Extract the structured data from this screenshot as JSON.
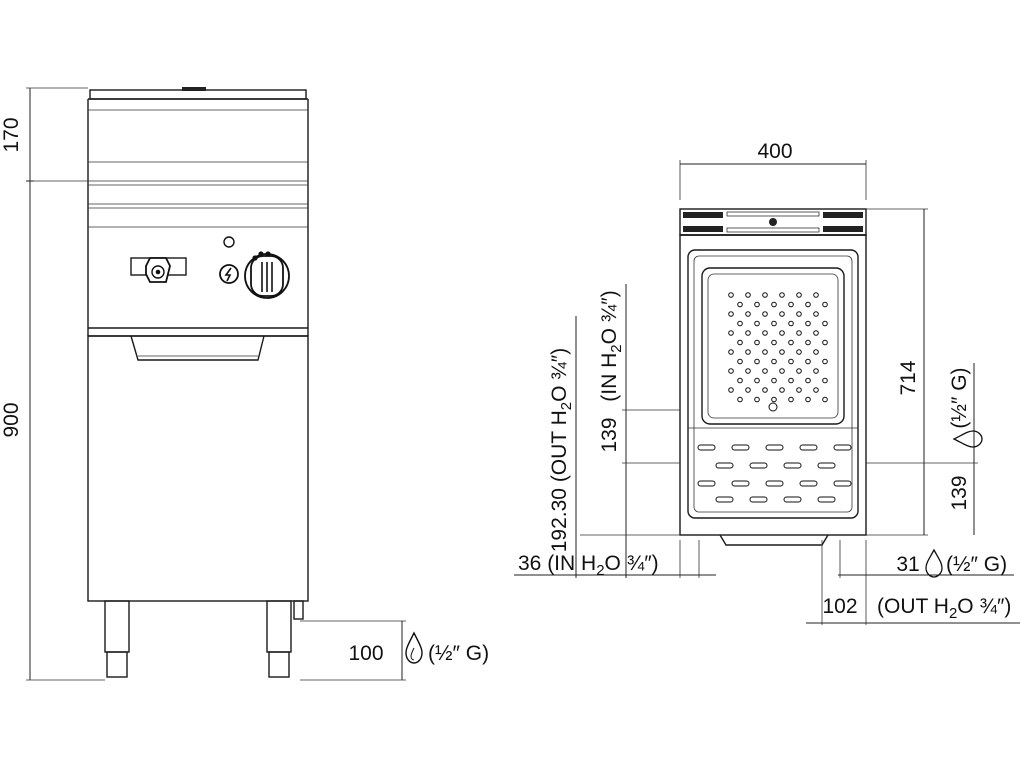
{
  "front_view": {
    "dim_top_height": "170",
    "dim_total_height": "900",
    "dim_leg_connection": "100",
    "gas_connection_label": "(½″ G)"
  },
  "top_view": {
    "dim_width": "400",
    "dim_depth": "714",
    "dim_gas_right": "(½″ G)",
    "dim_139_right": "139",
    "dim_139_left": "139",
    "label_in_h2o_vertical": "(IN H",
    "label_in_h2o_vertical_sub": "2",
    "label_in_h2o_vertical_end": "O ¾″)",
    "dim_out_vertical": "192.30 (OUT H",
    "dim_out_vertical_sub": "2",
    "dim_out_vertical_end": "O ¾″)",
    "dim_36_label": "36 (IN H",
    "dim_36_sub": "2",
    "dim_36_end": "O ¾″)",
    "dim_31_label": "31",
    "dim_31_gas": "(½″ G)",
    "dim_102_label": "102",
    "dim_102_out": "(OUT H",
    "dim_102_sub": "2",
    "dim_102_end": "O ¾″)"
  },
  "icons": {
    "gas_drop": "gas-drop-icon",
    "knob": "control-knob-icon",
    "tap": "drain-tap-icon",
    "ignition": "ignition-icon"
  }
}
